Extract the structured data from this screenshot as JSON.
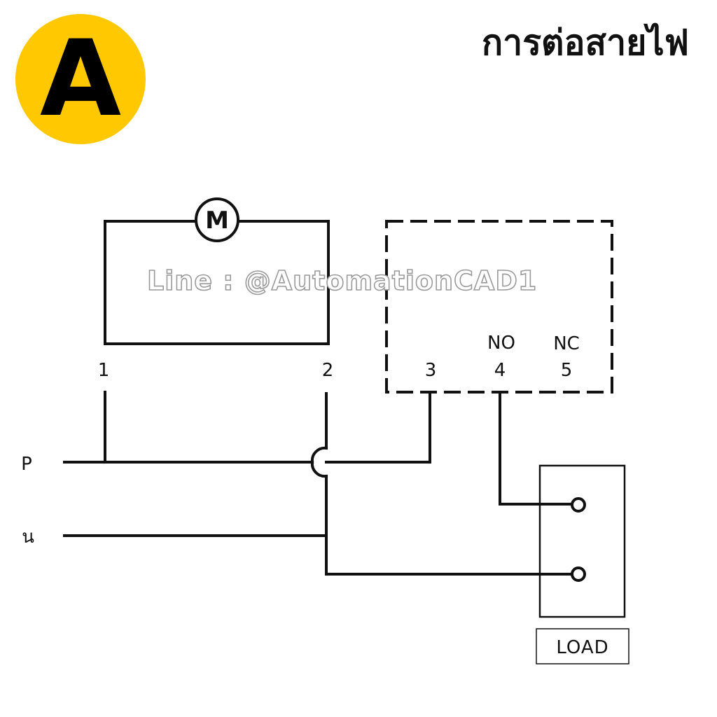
{
  "title": "การต่อสายไฟ",
  "badge": {
    "letter": "A",
    "color": "#FFC800"
  },
  "watermark": "Line : @AutomationCAD1",
  "motor": {
    "symbol": "M"
  },
  "terminals": {
    "t1": "1",
    "t2": "2",
    "t3": "3",
    "t4": "4",
    "t5": "5",
    "no": "NO",
    "nc": "NC"
  },
  "supply": {
    "phase": "P",
    "neutral": "น"
  },
  "load": {
    "label": "LOAD"
  }
}
